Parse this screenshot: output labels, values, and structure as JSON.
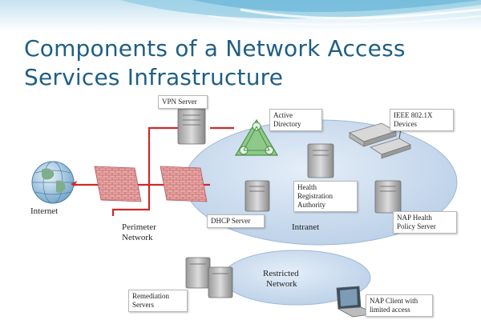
{
  "slide": {
    "title_line1": "Components of a Network Access",
    "title_line2": "Services Infrastructure"
  },
  "labels": {
    "vpn_server": "VPN Server",
    "active_directory_1": "Active",
    "active_directory_2": "Directory",
    "ieee_1": "IEEE 802.1X",
    "ieee_2": "Devices",
    "hra_1": "Health",
    "hra_2": "Registration",
    "hra_3": "Authority",
    "dhcp_server": "DHCP Server",
    "intranet": "Intranet",
    "nap_policy_1": "NAP Health",
    "nap_policy_2": "Policy Server",
    "internet": "Internet",
    "perimeter_1": "Perimeter",
    "perimeter_2": "Network",
    "restricted_1": "Restricted",
    "restricted_2": "Network",
    "remediation_1": "Remediation",
    "remediation_2": "Servers",
    "nap_client_1": "NAP Client with",
    "nap_client_2": "limited access"
  },
  "colors": {
    "title": "#1f5f84",
    "link": "#cc2a2a",
    "network_cloud": "#c7d9ef",
    "firewall": "#d98a8a"
  }
}
